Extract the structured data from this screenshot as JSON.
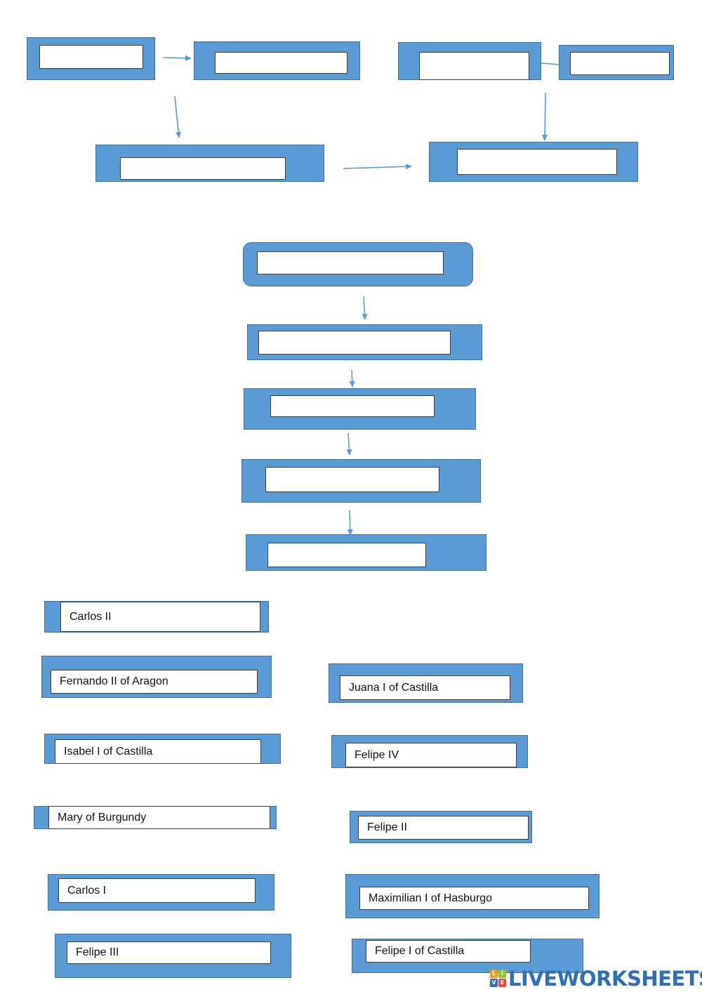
{
  "family_tree": {
    "empty_slot_count": 11
  },
  "answer_bank": [
    "Carlos II",
    "Fernando II of Aragon",
    "Juana I of Castilla",
    "Isabel I of Castilla",
    "Felipe IV",
    "Mary of Burgundy",
    "Felipe II",
    "Carlos I",
    "Maximilian I of Hasburgo",
    "Felipe III",
    "Felipe I of Castilla"
  ],
  "branding": {
    "logo_text": "LIVEWORKSHEETS",
    "logo_mark_letters": [
      "L",
      "I",
      "V",
      "E"
    ]
  },
  "colors": {
    "box_fill": "#5b9bd5",
    "box_border": "#41719c",
    "arrow": "#5b9bd5",
    "logo_text": "#2f6fb3"
  }
}
